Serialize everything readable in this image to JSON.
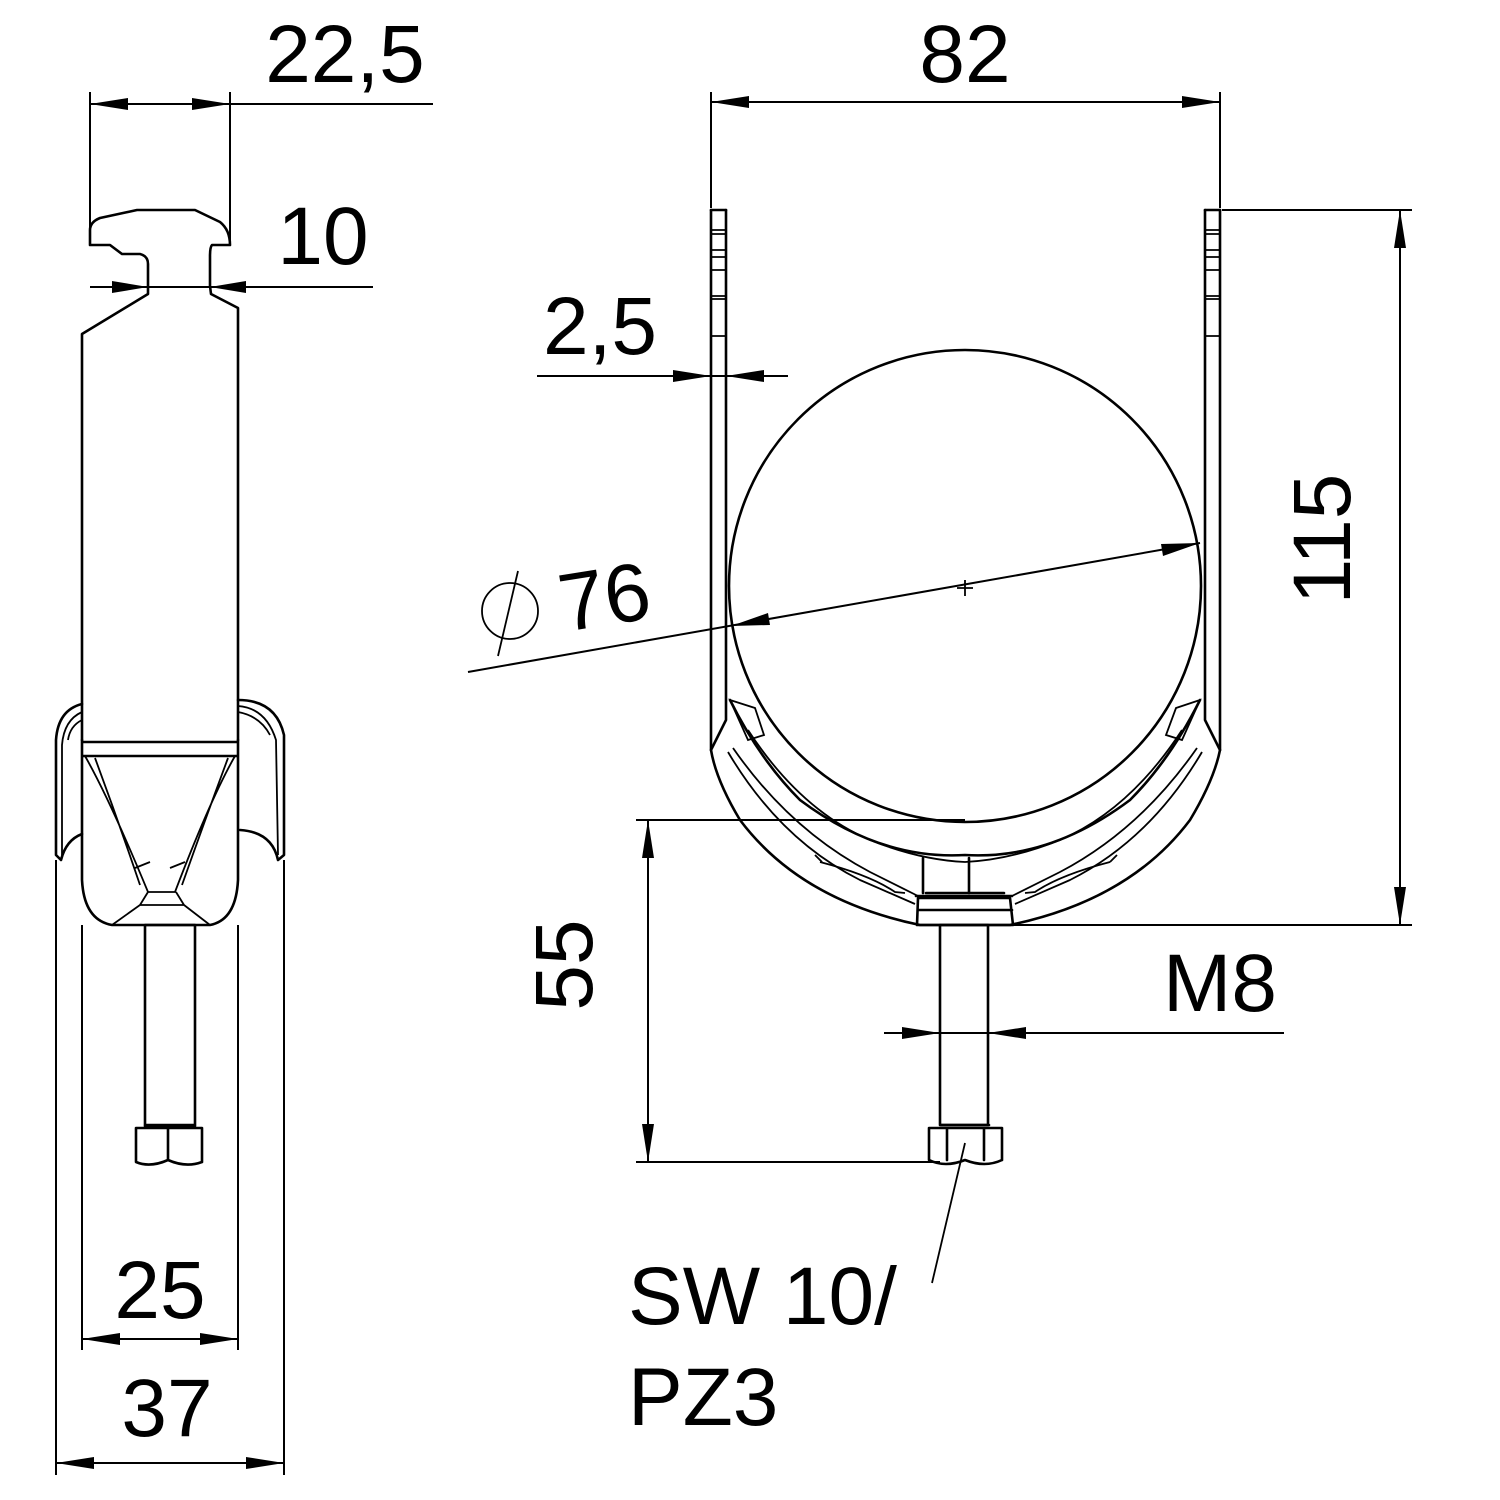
{
  "drawing": {
    "type": "technical dimension drawing",
    "subject": "pipe clamp with M8 threaded connection",
    "stroke_color": "#000000",
    "background_color": "#ffffff"
  },
  "side_view": {
    "dimensions": {
      "top_width": "22,5",
      "neck_width": "10",
      "inner_width": "25",
      "outer_width": "37"
    }
  },
  "front_view": {
    "dimensions": {
      "overall_width": "82",
      "wall_thickness": "2,5",
      "diameter_symbol": "⌀",
      "diameter": "76",
      "overall_height": "115",
      "bolt_height": "55",
      "thread": "M8"
    },
    "callout": {
      "line1": "SW 10/",
      "line2": "PZ3"
    }
  }
}
